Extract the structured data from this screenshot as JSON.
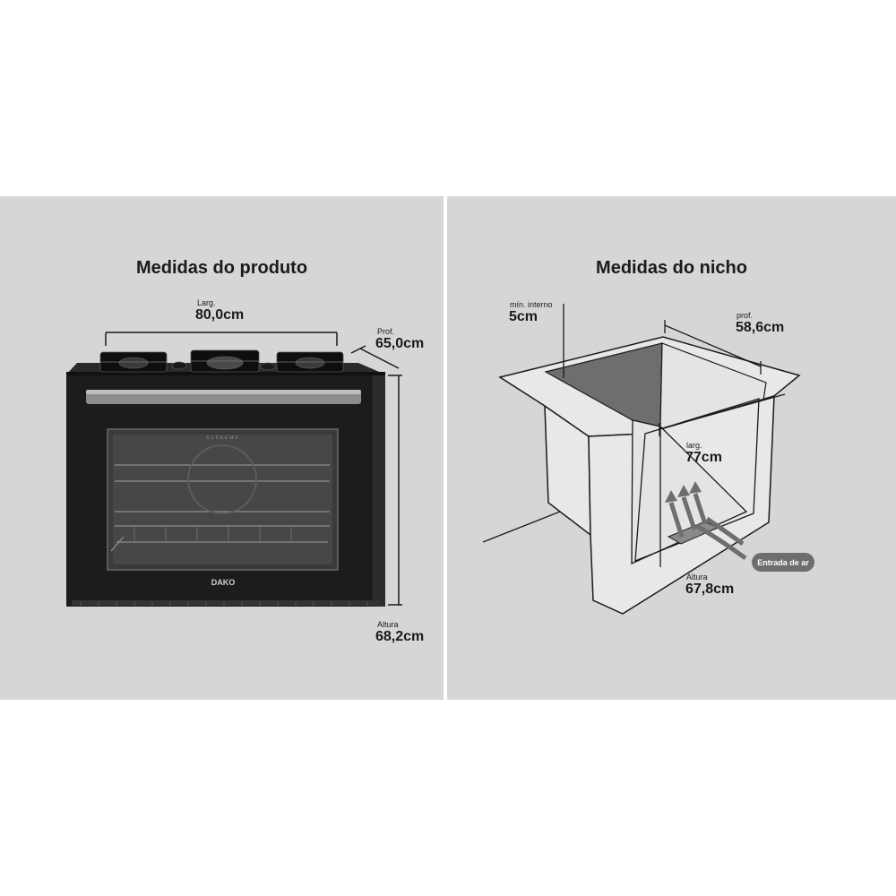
{
  "product": {
    "title": "Medidas do produto",
    "width_label": "Larg.",
    "width_value": "80,0cm",
    "depth_label": "Prof.",
    "depth_value": "65,0cm",
    "height_label": "Altura",
    "height_value": "68,2cm",
    "door_brand": "SUPREME",
    "logo": "DAKO"
  },
  "niche": {
    "title": "Medidas do nicho",
    "min_label": "mín. interno",
    "min_value": "5cm",
    "depth_label": "prof.",
    "depth_value": "58,6cm",
    "width_label": "larg.",
    "width_value": "77cm",
    "height_label": "Altura",
    "height_value": "67,8cm",
    "air_badge": "Entrada de ar"
  },
  "colors": {
    "panel_background": "#d6d6d6",
    "oven_body": "#1c1c1c",
    "badge": "#6e6e6e"
  }
}
